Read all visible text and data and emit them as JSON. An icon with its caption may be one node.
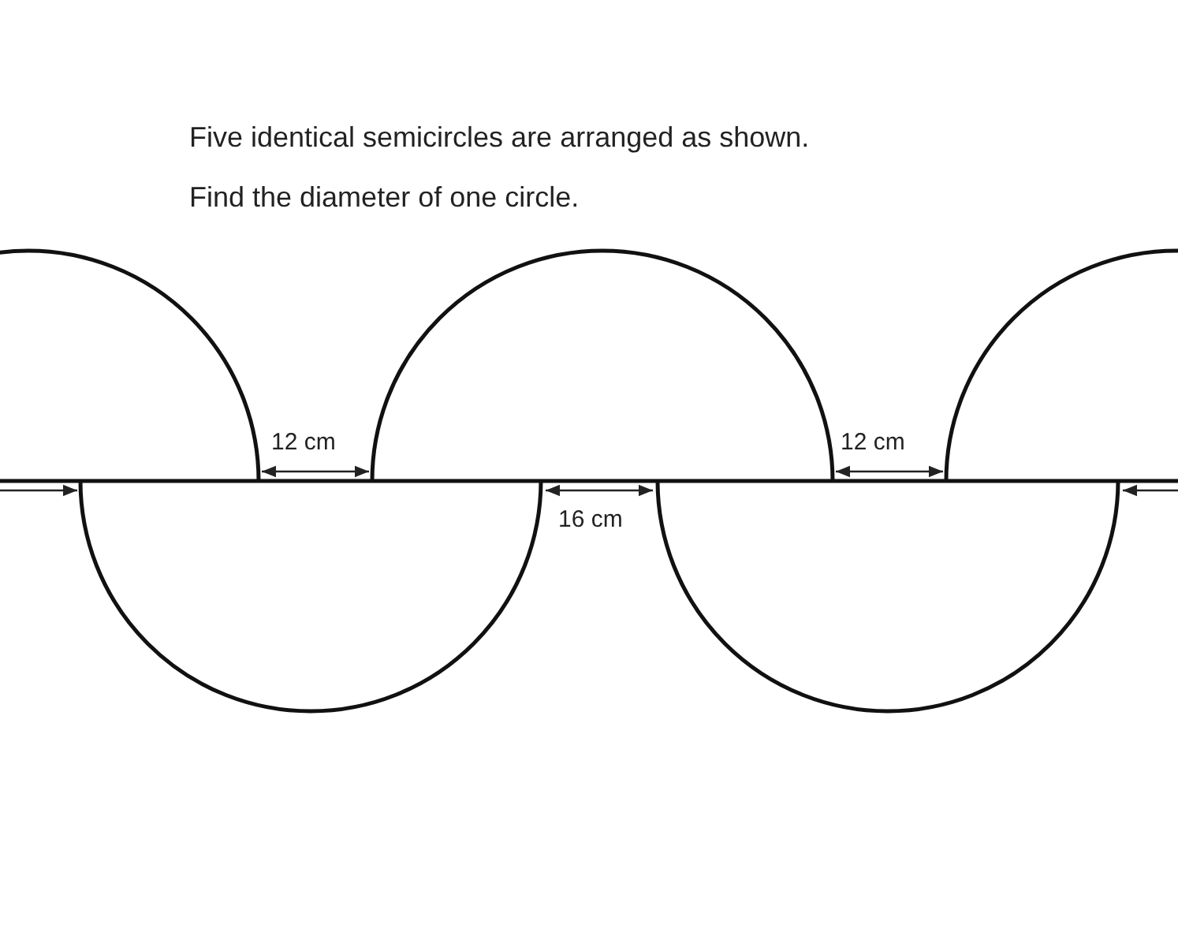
{
  "diagram": {
    "labels": [
      "Five identical semicircles are arranged as shown.",
      "Find the diameter of one circle.",
      "12 cm",
      "12 cm",
      "16 cm"
    ]
  }
}
